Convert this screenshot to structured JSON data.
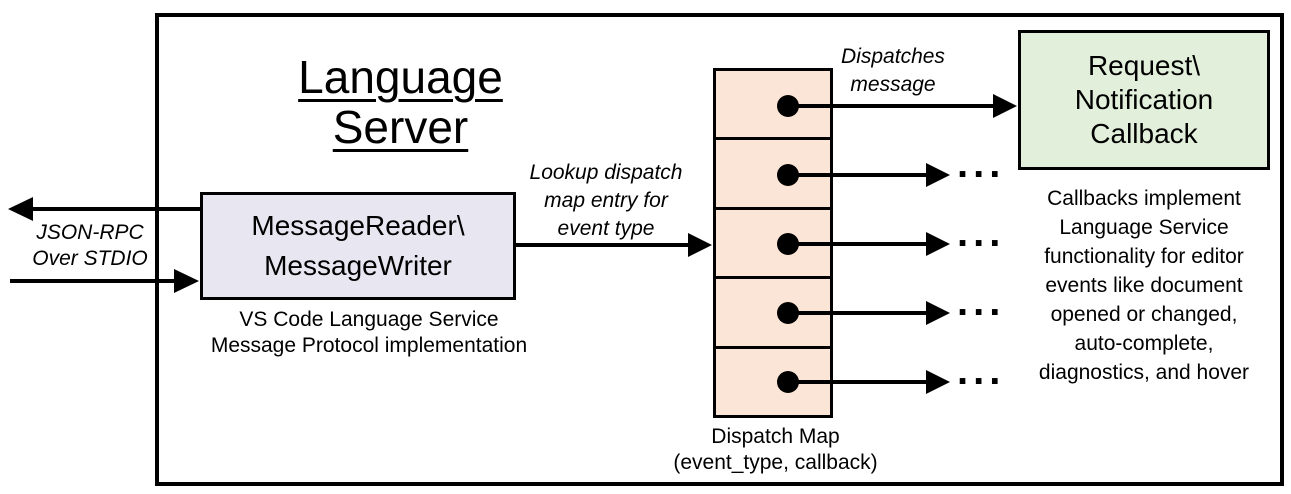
{
  "title": "Language Server",
  "colors": {
    "reader_box_fill": "#E8E6F0",
    "dispatch_map_fill": "#FBE5D6",
    "callback_box_fill": "#E2EFDA",
    "line_and_text": "#000000",
    "background": "#FFFFFF"
  },
  "stdio": {
    "label": "JSON-RPC\nOver STDIO"
  },
  "reader_box": {
    "label": "MessageReader\\\nMessageWriter",
    "caption": "VS Code Language Service\nMessage Protocol implementation"
  },
  "lookup_label": "Lookup dispatch\nmap entry for\nevent type",
  "dispatch_label": "Dispatches\nmessage",
  "dispatch_map": {
    "caption": "Dispatch Map\n(event_type, callback)",
    "cell_count": 5
  },
  "callback_box": {
    "label": "Request\\\nNotification\nCallback",
    "caption": "Callbacks implement\nLanguage Service\nfunctionality for editor\nevents like document\nopened or changed,\nauto-complete,\ndiagnostics, and hover"
  },
  "ellipsis": "..."
}
